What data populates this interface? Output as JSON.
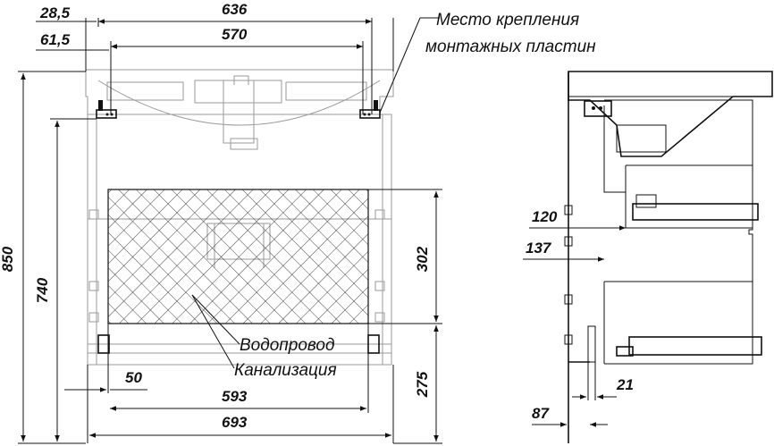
{
  "front_view": {
    "dims": {
      "d_28_5": "28,5",
      "d_61_5": "61,5",
      "d_636": "636",
      "d_570": "570",
      "d_850": "850",
      "d_740": "740",
      "d_302": "302",
      "d_275": "275",
      "d_50": "50",
      "d_593": "593",
      "d_693": "693"
    },
    "labels": {
      "mount_line1": "Место крепления",
      "mount_line2": "монтажных пластин",
      "water": "Водопровод",
      "sewer": "Канализация"
    }
  },
  "side_view": {
    "dims": {
      "d_120": "120",
      "d_137": "137",
      "d_21": "21",
      "d_87": "87"
    }
  }
}
